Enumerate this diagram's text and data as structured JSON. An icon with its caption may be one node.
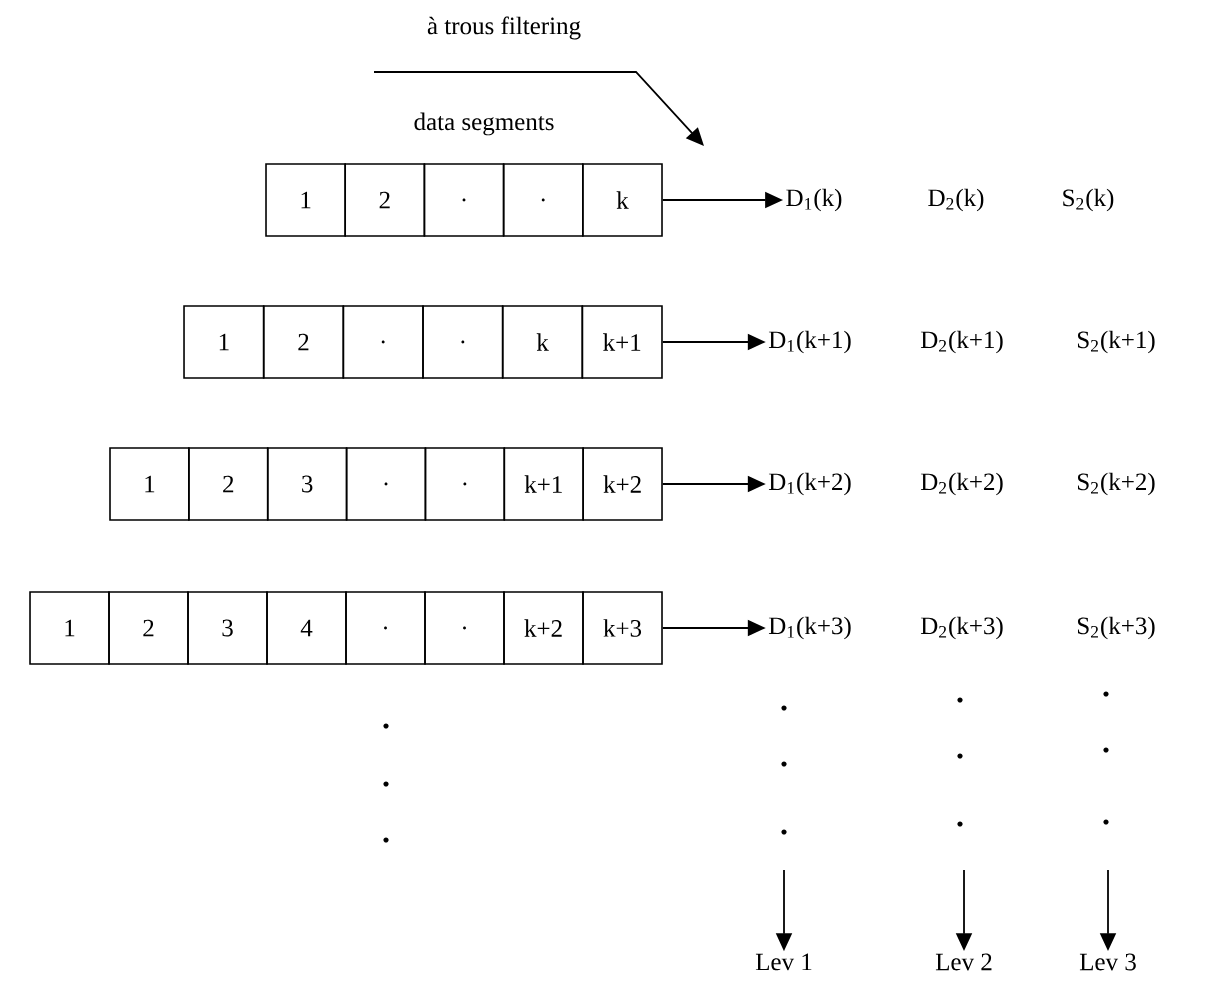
{
  "diagram": {
    "nodes": [
      {
        "text": [
          "à trous filtering"
        ]
      },
      {
        "text": [
          "1"
        ]
      },
      {
        "text": [
          "2"
        ]
      },
      {
        "text": [
          "."
        ]
      },
      {
        "text": [
          "."
        ]
      },
      {
        "text": [
          "k"
        ]
      },
      {
        "text": [
          "D$_{1}$(k)"
        ]
      },
      {
        "text": [
          "D$_{2}$(k)"
        ]
      },
      {
        "text": [
          "S$_{2}$(k)"
        ]
      },
      {
        "text": [
          "1"
        ]
      },
      {
        "text": [
          "2"
        ]
      },
      {
        "text": [
          "."
        ]
      },
      {
        "text": [
          "."
        ]
      },
      {
        "text": [
          "k"
        ]
      },
      {
        "text": [
          "k+1"
        ]
      },
      {
        "text": [
          "D$_{1}$(k+1)"
        ]
      },
      {
        "text": [
          "D$_{2}$(k+1)"
        ]
      },
      {
        "text": [
          "S$_{2}$(k+1)"
        ]
      },
      {
        "text": [
          "1"
        ]
      },
      {
        "text": [
          "2"
        ]
      },
      {
        "text": [
          "3"
        ]
      },
      {
        "text": [
          "."
        ]
      },
      {
        "text": [
          "."
        ]
      },
      {
        "text": [
          "k+1"
        ]
      },
      {
        "text": [
          "k+2"
        ]
      },
      {
        "text": [
          "D$_{1}$(k+2)"
        ]
      },
      {
        "text": [
          "D$_{2}$(k+2)"
        ]
      },
      {
        "text": [
          "S$_{2}$(k+2)"
        ]
      },
      {
        "text": [
          "1"
        ]
      },
      {
        "text": [
          "2"
        ]
      },
      {
        "text": [
          "3"
        ]
      },
      {
        "text": [
          "4"
        ]
      },
      {
        "text": [
          "."
        ]
      },
      {
        "text": [
          "."
        ]
      },
      {
        "text": [
          "k+2"
        ]
      },
      {
        "text": [
          "k+3"
        ]
      },
      {
        "text": [
          "D$_{1}$(k+3)"
        ]
      },
      {
        "text": [
          "D$_{2}$(k+3)"
        ]
      },
      {
        "text": [
          "S$_{2}$(k+3)"
        ]
      },
      {
        "text": [
          "Lev 1"
        ]
      },
      {
        "text": [
          "Lev 2"
        ]
      },
      {
        "text": [
          "Lev 3"
        ]
      }
    ],
    "edges": [
      {
        "from": 0,
        "to": null,
        "arrow": "to"
      },
      {
        "from": 5,
        "to": 6,
        "arrow": "to"
      },
      {
        "from": 14,
        "to": 15,
        "arrow": "to"
      },
      {
        "from": 24,
        "to": 25,
        "arrow": "to"
      },
      {
        "from": 35,
        "to": 36,
        "arrow": "to"
      },
      {
        "from": null,
        "to": 39,
        "arrow": "to"
      },
      {
        "from": null,
        "to": 40,
        "arrow": "to"
      },
      {
        "from": null,
        "to": 41,
        "arrow": "to"
      }
    ],
    "labels": [
      "data segments"
    ]
  }
}
